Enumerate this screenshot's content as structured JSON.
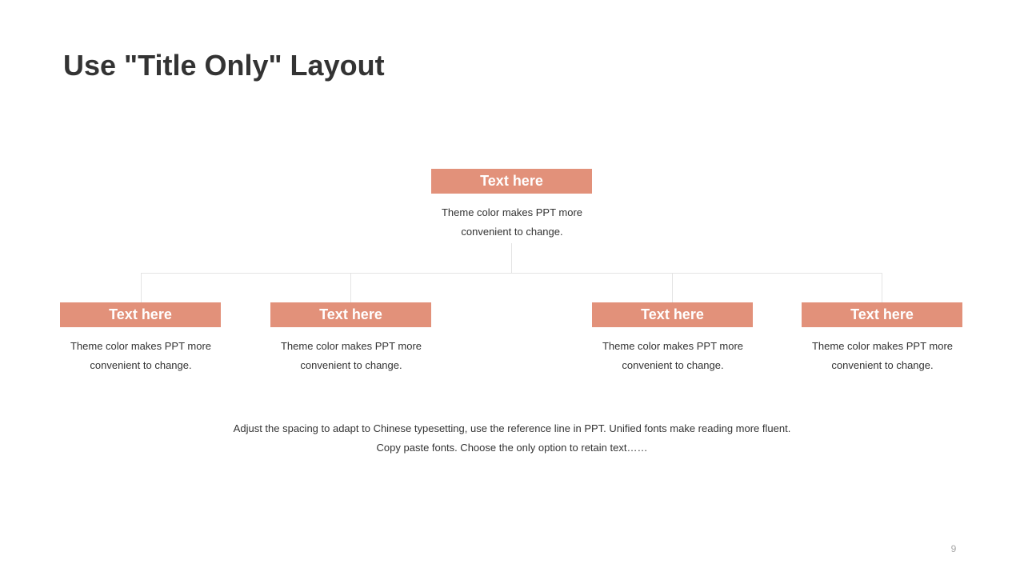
{
  "slide": {
    "title": "Use \"Title Only\" Layout",
    "page_number": "9"
  },
  "theme": {
    "accent_color": "#E2917A",
    "connector_color": "#E3E3E3",
    "text_color": "#333333"
  },
  "org_chart": {
    "root": {
      "label": "Text here",
      "description": "Theme color makes PPT more\nconvenient  to change."
    },
    "children": [
      {
        "label": "Text here",
        "description": "Theme color makes PPT more\nconvenient  to change."
      },
      {
        "label": "Text here",
        "description": "Theme color makes PPT more\nconvenient  to change."
      },
      {
        "label": "Text here",
        "description": "Theme color makes PPT more\nconvenient  to change."
      },
      {
        "label": "Text here",
        "description": "Theme color makes PPT more\nconvenient  to change."
      }
    ]
  },
  "footer": {
    "text": "Adjust the spacing to adapt to Chinese typesetting, use the reference line in PPT. Unified fonts make reading more fluent.\nCopy paste fonts. Choose the only option to retain text……"
  }
}
